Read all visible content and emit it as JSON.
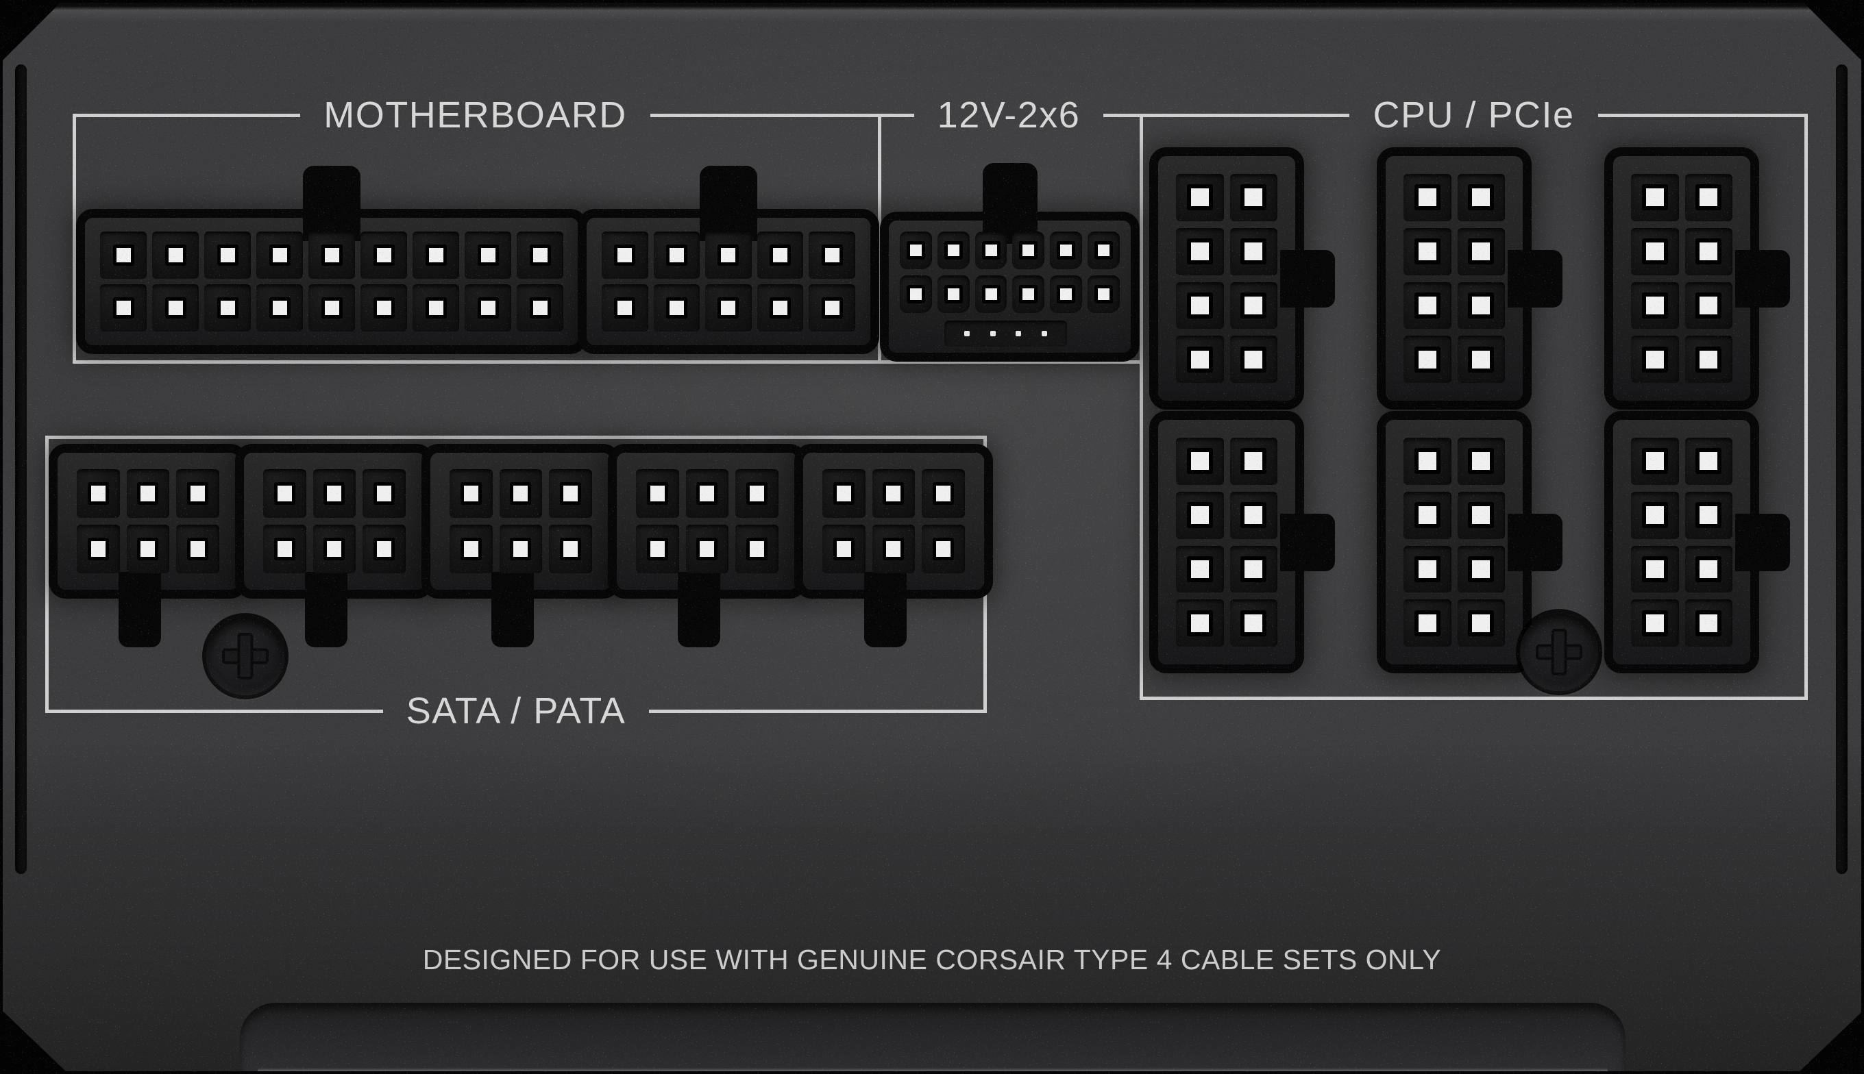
{
  "notice": "DESIGNED FOR USE WITH GENUINE CORSAIR TYPE 4 CABLE SETS ONLY",
  "sections": [
    {
      "id": "motherboard",
      "label": "MOTHERBOARD",
      "connectors": [
        {
          "name": "atx-18-pin",
          "pins": 18,
          "rows": 2,
          "cols": 9,
          "clip_tab": "top"
        },
        {
          "name": "atx-10-pin",
          "pins": 10,
          "rows": 2,
          "cols": 5,
          "clip_tab": "top"
        }
      ]
    },
    {
      "id": "12v-2x6",
      "label": "12V-2x6",
      "connectors": [
        {
          "name": "12v-2x6-12-pin",
          "pins": 12,
          "rows": 2,
          "cols": 6,
          "sense_pins": 4,
          "clip_tab": "top"
        }
      ]
    },
    {
      "id": "cpu-pcie",
      "label": "CPU / PCIe",
      "connectors": [
        {
          "name": "cpu-pcie-8-pin",
          "pins": 8,
          "rows": 4,
          "cols": 2,
          "clip_tab": "right"
        },
        {
          "name": "cpu-pcie-8-pin",
          "pins": 8,
          "rows": 4,
          "cols": 2,
          "clip_tab": "right"
        },
        {
          "name": "cpu-pcie-8-pin",
          "pins": 8,
          "rows": 4,
          "cols": 2,
          "clip_tab": "right"
        },
        {
          "name": "cpu-pcie-8-pin",
          "pins": 8,
          "rows": 4,
          "cols": 2,
          "clip_tab": "right"
        },
        {
          "name": "cpu-pcie-8-pin",
          "pins": 8,
          "rows": 4,
          "cols": 2,
          "clip_tab": "right"
        },
        {
          "name": "cpu-pcie-8-pin",
          "pins": 8,
          "rows": 4,
          "cols": 2,
          "clip_tab": "right"
        }
      ]
    },
    {
      "id": "sata-pata",
      "label": "SATA / PATA",
      "connectors": [
        {
          "name": "peripheral-6-pin",
          "pins": 6,
          "rows": 2,
          "cols": 3,
          "clip_tab": "bottom"
        },
        {
          "name": "peripheral-6-pin",
          "pins": 6,
          "rows": 2,
          "cols": 3,
          "clip_tab": "bottom"
        },
        {
          "name": "peripheral-6-pin",
          "pins": 6,
          "rows": 2,
          "cols": 3,
          "clip_tab": "bottom"
        },
        {
          "name": "peripheral-6-pin",
          "pins": 6,
          "rows": 2,
          "cols": 3,
          "clip_tab": "bottom"
        },
        {
          "name": "peripheral-6-pin",
          "pins": 6,
          "rows": 2,
          "cols": 3,
          "clip_tab": "bottom"
        }
      ]
    }
  ],
  "screws": {
    "count": 2,
    "head": "phillips-cross"
  },
  "colors": {
    "face": "#3c3c3e",
    "line": "#d0d0d0",
    "label": "#d8d8d8",
    "hole": "#070708",
    "body": "#232324",
    "cavity": "#121213",
    "dot": "#f0f0f0",
    "notice": "#cccccc"
  }
}
